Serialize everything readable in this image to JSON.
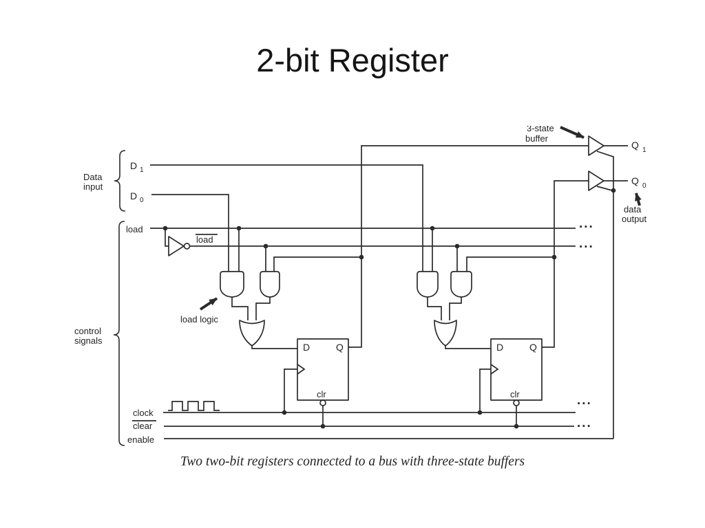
{
  "title": "2-bit Register",
  "caption": "Two two-bit registers connected to a bus with three-state buffers",
  "colors": {
    "ink": "#2b2b2b",
    "background": "#ffffff"
  },
  "labels": {
    "data_input": [
      "Data",
      "input"
    ],
    "d1": {
      "base": "D",
      "sub": "1"
    },
    "d0": {
      "base": "D",
      "sub": "0"
    },
    "load": "load",
    "load_bar": "load",
    "control_signals": [
      "control",
      "signals"
    ],
    "load_logic": "load logic",
    "three_state_buffer": [
      "3-state",
      "buffer"
    ],
    "q1": {
      "base": "Q",
      "sub": "1"
    },
    "q0": {
      "base": "Q",
      "sub": "0"
    },
    "data_output": [
      "data",
      "output"
    ],
    "clock": "clock",
    "clear": "clear",
    "enable": "enable",
    "flipflop": {
      "d": "D",
      "q": "Q",
      "clr": "clr"
    },
    "ellipsis": "..."
  }
}
